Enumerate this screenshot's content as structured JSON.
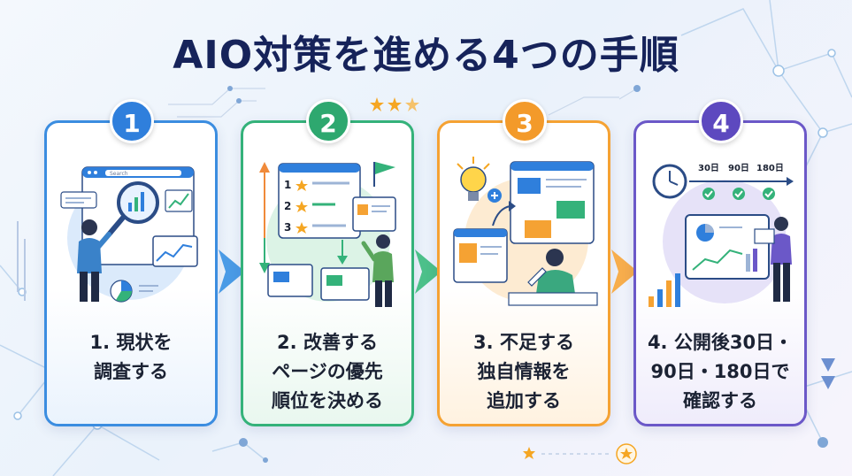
{
  "title": "AIO対策を進める4つの手順",
  "steps": [
    {
      "number": "1",
      "label_lines": [
        "1. 現状を",
        "調査する"
      ],
      "color": "#2f7fdc"
    },
    {
      "number": "2",
      "label_lines": [
        "2. 改善する",
        "ページの優先",
        "順位を決める"
      ],
      "color": "#2ea86f"
    },
    {
      "number": "3",
      "label_lines": [
        "3. 不足する",
        "独自情報を",
        "追加する"
      ],
      "color": "#f39a2a"
    },
    {
      "number": "4",
      "label_lines": [
        "4. 公開後30日・",
        "90日・180日で",
        "確認する"
      ],
      "color": "#5d49bf"
    }
  ],
  "step1_illus": {
    "search_placeholder": "Search"
  },
  "step2_illus": {
    "ranks": [
      "1",
      "2",
      "3"
    ]
  },
  "step4_illus": {
    "milestones": [
      "30日",
      "90日",
      "180日"
    ]
  }
}
